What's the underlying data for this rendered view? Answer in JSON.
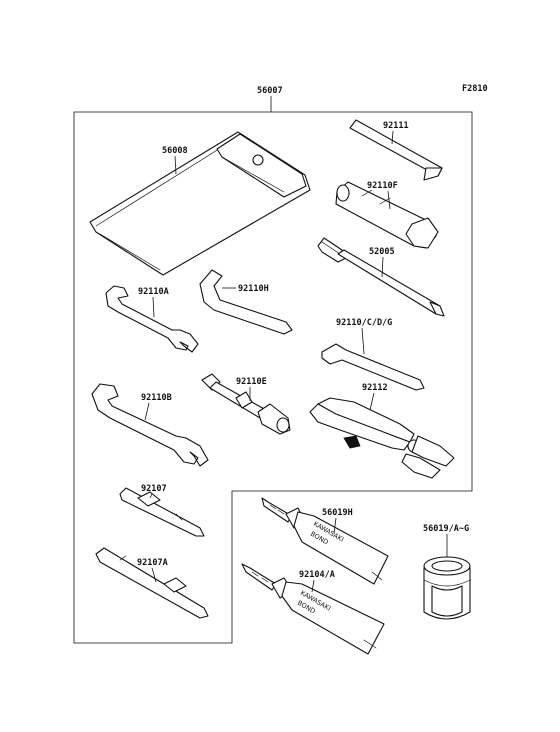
{
  "figure_code": "F2810",
  "labels": {
    "kit": "56007",
    "pouch": "56008",
    "handle": "92111",
    "plug_wrench": "92110F",
    "screwdriver_rod": "52005",
    "wrench_a": "92110A",
    "hook_wrench": "92110H",
    "hex_keys": "92110/C/D/G",
    "wrench_b": "92110B",
    "socket_wrench": "92110E",
    "pliers": "92112",
    "driver_bit": "92107",
    "driver_bit_a": "92107A",
    "bond_h": "56019H",
    "bond_a": "92104/A",
    "can": "56019/A~G"
  },
  "tube_text": {
    "brand": "KAWASAKI",
    "product": "BOND"
  }
}
